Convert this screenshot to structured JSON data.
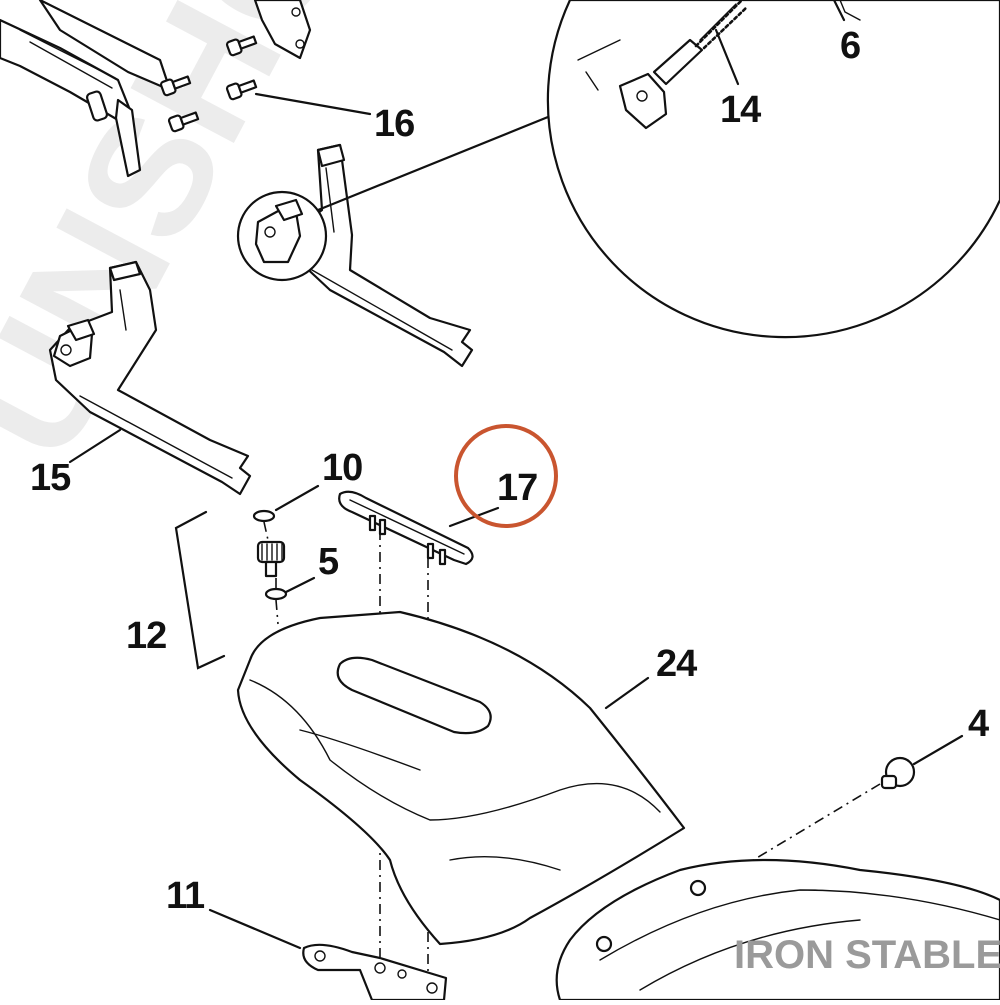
{
  "diagram": {
    "callouts": [
      {
        "id": "6",
        "label": "6"
      },
      {
        "id": "14",
        "label": "14"
      },
      {
        "id": "16",
        "label": "16"
      },
      {
        "id": "15",
        "label": "15"
      },
      {
        "id": "10",
        "label": "10"
      },
      {
        "id": "17",
        "label": "17",
        "highlighted": true
      },
      {
        "id": "5",
        "label": "5"
      },
      {
        "id": "12",
        "label": "12"
      },
      {
        "id": "24",
        "label": "24"
      },
      {
        "id": "4",
        "label": "4"
      },
      {
        "id": "11",
        "label": "11"
      }
    ],
    "highlight_color": "#c9552f",
    "line_color": "#111111"
  },
  "watermark": {
    "text": "UNSHOP",
    "color": "#ececec"
  },
  "brand": {
    "text": "IRON STABLE",
    "color": "#9a9a9a"
  }
}
